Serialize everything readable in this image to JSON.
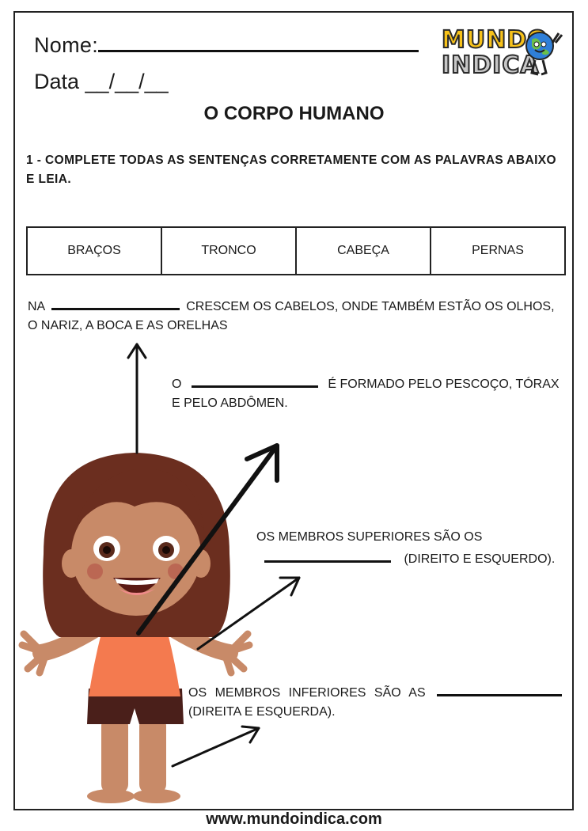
{
  "header": {
    "name_label": "Nome:",
    "date_label": "Data __/__/__"
  },
  "logo": {
    "line1": "MUNDO",
    "line2": "INDICA"
  },
  "title": "O CORPO HUMANO",
  "instruction": "1 - COMPLETE TODAS AS SENTENÇAS CORRETAMENTE COM AS PALAVRAS ABAIXO E LEIA.",
  "word_bank": [
    "BRAÇOS",
    "TRONCO",
    "CABEÇA",
    "PERNAS"
  ],
  "sentences": {
    "s1_before": "NA",
    "s1_after": "CRESCEM OS CABELOS, ONDE TAMBÉM ESTÃO OS OLHOS, O NARIZ, A BOCA E AS ORELHAS",
    "s2_before": "O",
    "s2_after": "É FORMADO PELO PESCOÇO, TÓRAX E PELO ABDÔMEN.",
    "s3_before": "OS MEMBROS SUPERIORES SÃO OS",
    "s3_after": "(DIREITO E ESQUERDO).",
    "s4_before": "OS MEMBROS INFERIORES SÃO AS",
    "s4_after": "(DIREITA E ESQUERDA)."
  },
  "footer": "www.mundoindica.com",
  "icons": [
    "globe-mascot-icon",
    "girl-illustration",
    "arrow-icon"
  ],
  "colors": {
    "hair": "#6b2e1f",
    "skin": "#c88a68",
    "shirt": "#f47a4f",
    "shorts": "#4a1f1a",
    "logo_yellow": "#f7c21a",
    "logo_blue": "#2f7fd8"
  }
}
